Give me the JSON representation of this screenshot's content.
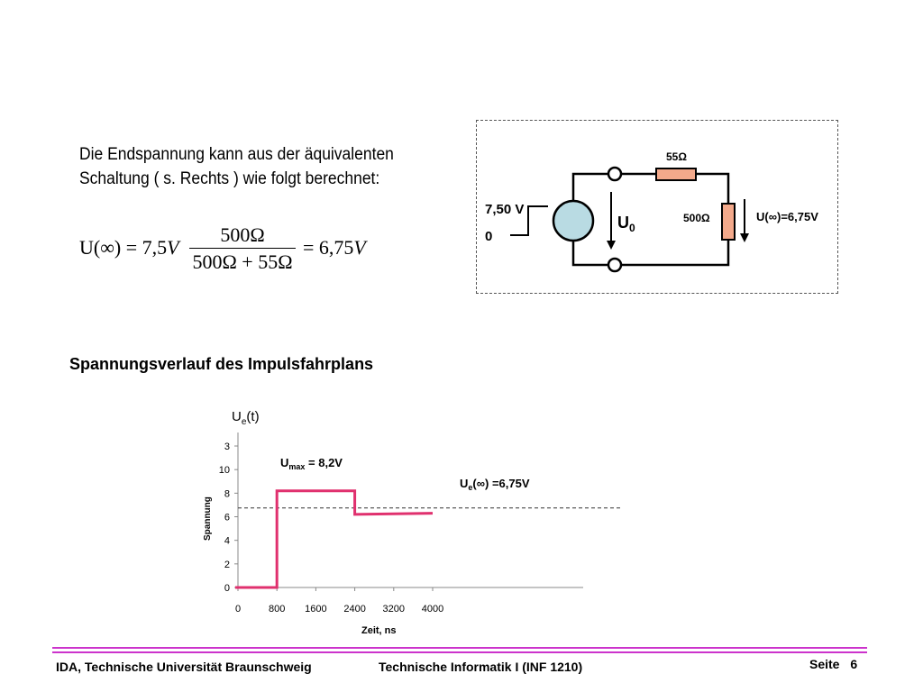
{
  "intro": {
    "line1": "Die Endspannung kann aus der äquivalenten",
    "line2": "Schaltung ( s. Rechts ) wie folgt berechnet:"
  },
  "formula": {
    "lhs": "U(∞) =",
    "term1": "7,5",
    "unit1": "V",
    "numerator": "500Ω",
    "denominator": "500Ω + 55Ω",
    "result": "= 6,75",
    "unit2": "V"
  },
  "circuit": {
    "step_high": "7,50 V",
    "step_low": "0",
    "source_label": "U",
    "source_sub": "0",
    "r_series": "55Ω",
    "r_load": "500Ω",
    "u_infinity": "U(∞)=6,75V"
  },
  "section_title": "Spannungsverlauf des Impulsfahrplans",
  "chart_data": {
    "type": "line",
    "ylabel_main": "U",
    "ylabel_sub": "e",
    "ylabel_tail": "(t)",
    "yaxis_title": "Spannung",
    "xlabel": "Zeit, ns",
    "x_ticks": [
      "0",
      "800",
      "1600",
      "2400",
      "3200",
      "4000"
    ],
    "y_ticks": [
      "0",
      "2",
      "4",
      "6",
      "8",
      "10",
      "3"
    ],
    "xlim": [
      0,
      4000
    ],
    "ylim": [
      0,
      12
    ],
    "series": [
      {
        "x": [
          0,
          800,
          800,
          2400,
          2400,
          4000
        ],
        "y": [
          0,
          0,
          8.2,
          8.2,
          6.2,
          6.3
        ]
      }
    ],
    "reference_y": 6.75,
    "annot_max_main": "U",
    "annot_max_sub": "max",
    "annot_max_tail": " = 8,2V",
    "annot_inf_main": "U",
    "annot_inf_sub": "e",
    "annot_inf_tail": "(∞) =6,75V",
    "colors": {
      "series": "#e0306e",
      "axis": "#888888"
    }
  },
  "footer": {
    "left": "IDA, Technische Universität Braunschweig",
    "center": "Technische Informatik I (INF 1210)",
    "page_label": "Seite",
    "page_number": "6"
  }
}
